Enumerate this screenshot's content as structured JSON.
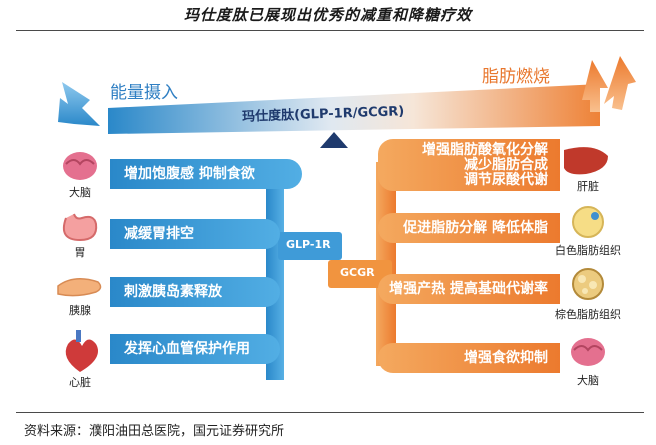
{
  "title": "玛仕度肽已展现出优秀的减重和降糖疗效",
  "source": "资料来源：濮阳油田总医院，国元证券研究所",
  "labels": {
    "energy_intake": "能量摄入",
    "fat_burning": "脂肪燃烧",
    "drug": "玛仕度肽(GLP-1R/GCGR)",
    "glp1r": "GLP-1R",
    "gcgr": "GCGR"
  },
  "left_effects": [
    {
      "organ": "大脑",
      "text": "增加饱腹感 抑制食欲"
    },
    {
      "organ": "胃",
      "text": "减缓胃排空"
    },
    {
      "organ": "胰腺",
      "text": "刺激胰岛素释放"
    },
    {
      "organ": "心脏",
      "text": "发挥心血管保护作用"
    }
  ],
  "right_effects": [
    {
      "organ": "肝脏",
      "lines": [
        "增强脂肪酸氧化分解",
        "减少脂肪合成",
        "调节尿酸代谢"
      ]
    },
    {
      "organ": "白色脂肪组织",
      "lines": [
        "促进脂肪分解 降低体脂"
      ]
    },
    {
      "organ": "棕色脂肪组织",
      "lines": [
        "增强产热 提高基础代谢率"
      ]
    },
    {
      "organ": "大脑",
      "lines": [
        "增强食欲抑制"
      ]
    }
  ],
  "colors": {
    "blue": "#2f7fc3",
    "orange": "#ec7a2e"
  }
}
